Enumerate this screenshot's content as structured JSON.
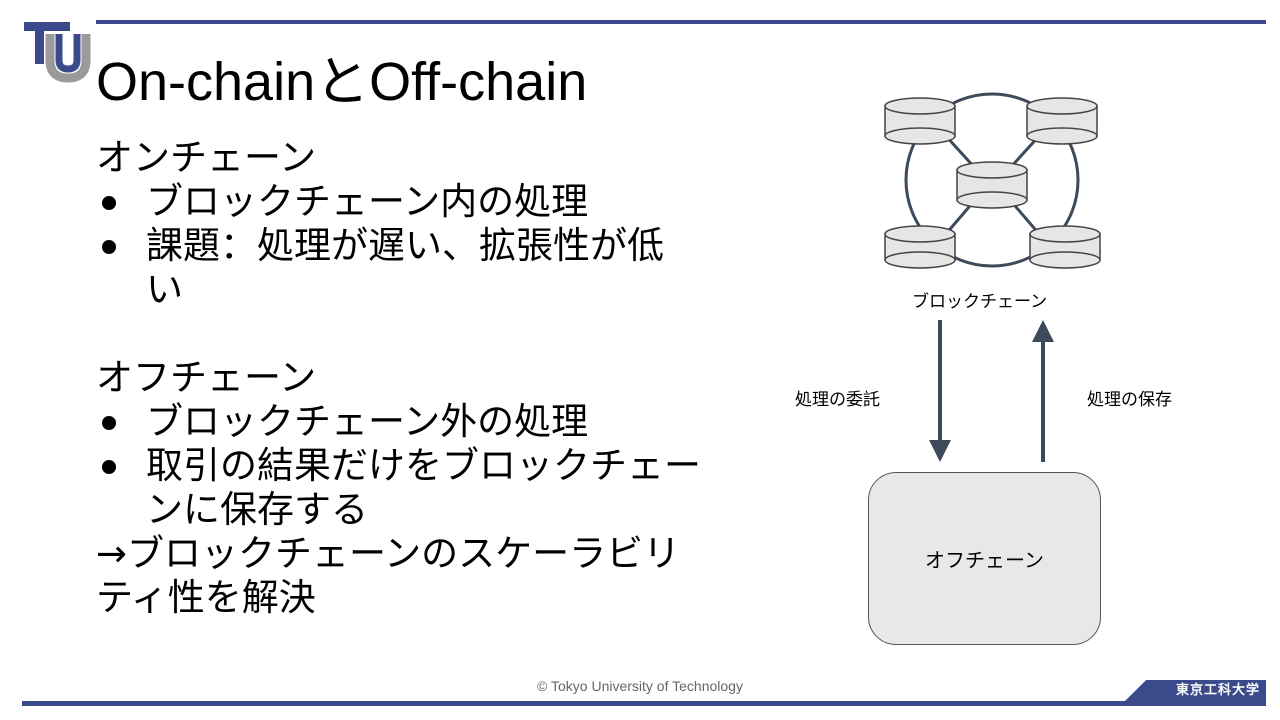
{
  "title": "On-chainとOff-chain",
  "onchain": {
    "heading": "オンチェーン",
    "bullet1": "ブロックチェーン内の処理",
    "bullet2_line1": "課題：処理が遅い、拡張性が低",
    "bullet2_line2": "い"
  },
  "offchain": {
    "heading": "オフチェーン",
    "bullet1": "ブロックチェーン外の処理",
    "bullet2_line1": "取引の結果だけをブロックチェー",
    "bullet2_line2": "ンに保存する",
    "conclusion_line1": "→ブロックチェーンのスケーラビリ",
    "conclusion_line2": "ティ性を解決"
  },
  "diagram": {
    "blockchain_label": "ブロックチェーン",
    "delegate_label": "処理の委託",
    "store_label": "処理の保存",
    "offchain_box_label": "オフチェーン"
  },
  "footer": {
    "copyright": "© Tokyo University of Technology",
    "badge": "東京工科大学"
  },
  "colors": {
    "accent": "#3b4a8a",
    "diagram_line": "#3d4a5c",
    "db_fill": "#e6e6e6"
  }
}
